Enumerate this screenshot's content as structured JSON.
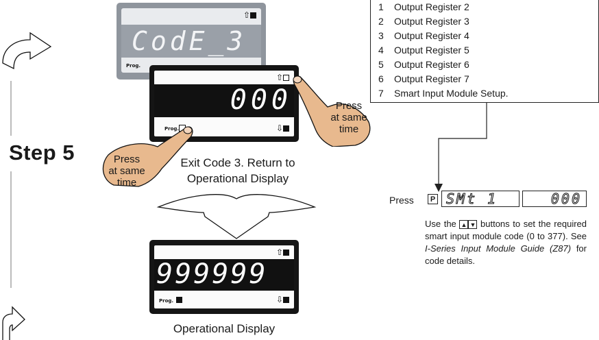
{
  "step_label": "Step 5",
  "meter_top": {
    "display": "CodE_3",
    "up_icon": "⇧",
    "prog": "Prog."
  },
  "meter_mid": {
    "display": "000",
    "up_icon": "⇧",
    "down_icon": "⇩",
    "prog": "Prog."
  },
  "meter_bottom": {
    "display": "999999",
    "up_icon": "⇧",
    "down_icon": "⇩",
    "prog": "Prog."
  },
  "press_left": {
    "line1": "Press",
    "line2": "at same",
    "line3": "time"
  },
  "press_right": {
    "line1": "Press",
    "line2": "at same",
    "line3": "time"
  },
  "caption_exit": {
    "line1": "Exit Code 3. Return to",
    "line2": "Operational Display"
  },
  "caption_operational": "Operational Display",
  "register_list": [
    {
      "num": "1",
      "text": "Output Register 2"
    },
    {
      "num": "2",
      "text": "Output Register 3"
    },
    {
      "num": "3",
      "text": "Output Register 4"
    },
    {
      "num": "4",
      "text": "Output Register 5"
    },
    {
      "num": "5",
      "text": "Output Register 6"
    },
    {
      "num": "6",
      "text": "Output Register 7"
    },
    {
      "num": "7",
      "text": "Smart Input Module Setup."
    }
  ],
  "press_row": {
    "label": "Press",
    "key": "P",
    "lcd_left": "SMt 1",
    "lcd_right": "000"
  },
  "note": {
    "pre": "Use the",
    "post": "buttons to set the required smart input module code (0 to 377). See",
    "italic": "I-Series Input Module Guide (Z87)",
    "tail": "for code details."
  }
}
